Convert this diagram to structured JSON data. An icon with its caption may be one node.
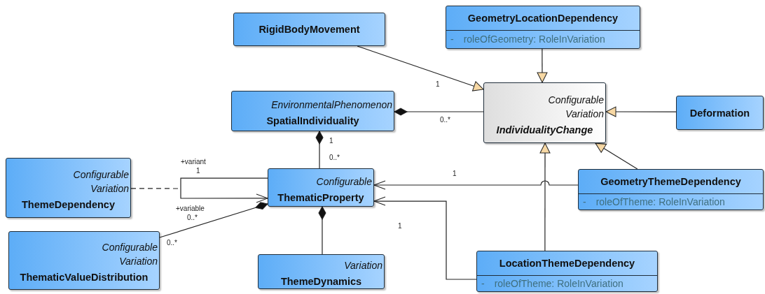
{
  "diagram": {
    "nodes": [
      {
        "text": [
          "RigidBodyMovement"
        ]
      },
      {
        "text": [
          "GeometryLocationDependency",
          "-",
          "roleOfGeometry: RoleInVariation"
        ]
      },
      {
        "text": [
          "Configurable Variation",
          "IndividualityChange"
        ]
      },
      {
        "text": [
          "Deformation"
        ]
      },
      {
        "text": [
          "EnvironmentalPhenomenon",
          "SpatialIndividuality"
        ]
      },
      {
        "text": [
          "Configurable Variation",
          "ThemeDependency"
        ]
      },
      {
        "text": [
          "Configurable",
          "ThematicProperty"
        ]
      },
      {
        "text": [
          "GeometryThemeDependency",
          "-",
          "roleOfTheme: RoleInVariation"
        ]
      },
      {
        "text": [
          "Configurable Variation",
          "ThematicValueDistribution"
        ]
      },
      {
        "text": [
          "Variation",
          "ThemeDynamics"
        ]
      },
      {
        "text": [
          "LocationThemeDependency",
          "-",
          "roleOfTheme: RoleInVariation"
        ]
      }
    ],
    "edges": [
      {
        "from": 0,
        "to": 2,
        "arrow": "to"
      },
      {
        "from": 1,
        "to": 2,
        "arrow": "to"
      },
      {
        "from": 3,
        "to": 2,
        "arrow": "to"
      },
      {
        "from": 7,
        "to": 2,
        "arrow": "to"
      },
      {
        "from": 10,
        "to": 2,
        "arrow": "to"
      },
      {
        "from": 2,
        "to": 4,
        "arrow": "other"
      },
      {
        "from": 6,
        "to": 4,
        "arrow": "other"
      },
      {
        "from": 5,
        "to": null,
        "arrow": "none",
        "style": "dashed"
      },
      {
        "from": 6,
        "to": 6,
        "arrow": "to"
      },
      {
        "from": 8,
        "to": 6,
        "arrow": "other"
      },
      {
        "from": 9,
        "to": 6,
        "arrow": "other"
      },
      {
        "from": 7,
        "to": 6,
        "arrow": "to"
      },
      {
        "from": 10,
        "to": 6,
        "arrow": "to"
      }
    ],
    "labels": [
      "1",
      "0..*",
      "1",
      "0..*",
      "+variant",
      "1",
      "+variable",
      "0..*",
      "0..*",
      "1",
      "1"
    ]
  }
}
